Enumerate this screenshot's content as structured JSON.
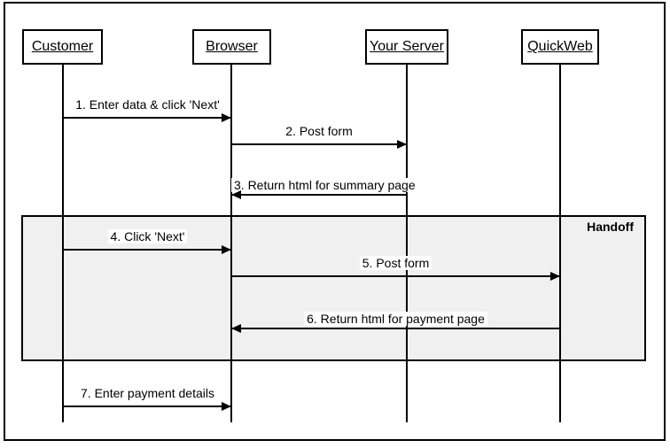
{
  "diagram_type": "uml-sequence-diagram",
  "actors": [
    {
      "id": "customer",
      "label": "Customer"
    },
    {
      "id": "browser",
      "label": "Browser"
    },
    {
      "id": "your-server",
      "label": "Your Server"
    },
    {
      "id": "quickweb",
      "label": "QuickWeb"
    }
  ],
  "messages": [
    {
      "label": "1. Enter data & click 'Next'",
      "from": "Customer",
      "to": "Browser"
    },
    {
      "label": "2. Post form",
      "from": "Browser",
      "to": "Your Server"
    },
    {
      "label": "3. Return html for summary page",
      "from": "Your Server",
      "to": "Browser"
    },
    {
      "label": "4. Click 'Next'",
      "from": "Customer",
      "to": "Browser"
    },
    {
      "label": "5. Post form",
      "from": "Browser",
      "to": "QuickWeb"
    },
    {
      "label": "6. Return html for payment page",
      "from": "QuickWeb",
      "to": "Browser"
    },
    {
      "label": "7. Enter payment details",
      "from": "Customer",
      "to": "Browser"
    }
  ],
  "handoff": {
    "label": "Handoff"
  },
  "colors": {
    "line": "#000000",
    "handoff_fill": "#f0f0f0",
    "background": "#ffffff"
  }
}
